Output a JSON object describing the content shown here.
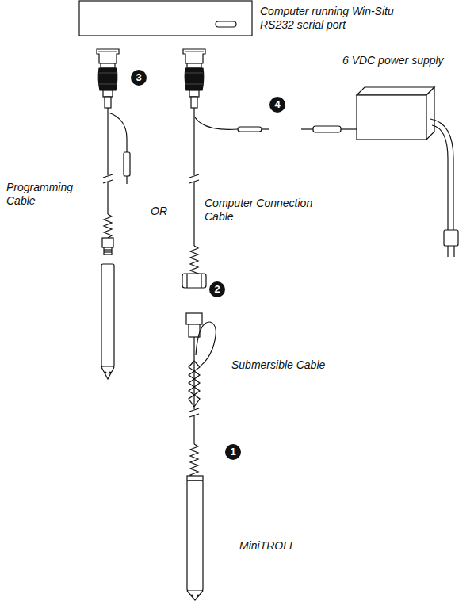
{
  "diagram": {
    "labels": [
      "Computer running Win-Situ RS232 serial port",
      "3",
      "6 VDC power supply",
      "4",
      "Programming Cable",
      "OR",
      "Computer Connection Cable",
      "2",
      "Submersible Cable",
      "1",
      "MiniTROLL"
    ]
  }
}
